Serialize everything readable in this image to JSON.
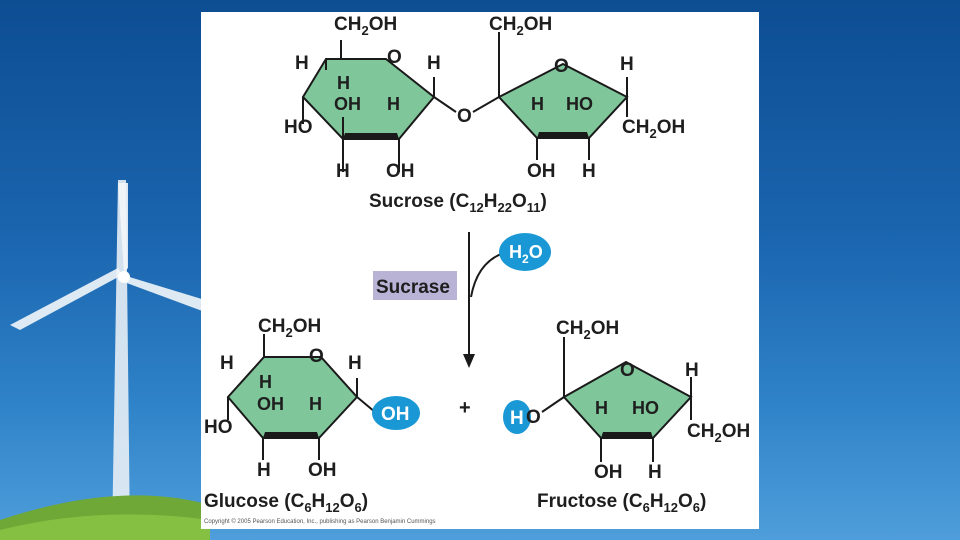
{
  "colors": {
    "ring_fill": "#7fc79b",
    "ring_edge": "#1a1a1a",
    "highlight_blue": "#1a98d5",
    "enzyme_box": "#b9b3d6",
    "background_blue": "#1b66b0"
  },
  "sucrose": {
    "glucose_ring": {
      "ch2oh": "CH2OH",
      "o": "O",
      "h_left": "H",
      "h_right": "H",
      "h_inner": "H",
      "oh_inner": "OH",
      "h_inner2": "H",
      "ho": "HO",
      "h_bottom": "H",
      "oh_bottom": "OH"
    },
    "bridge_o": "O",
    "fructose_ring": {
      "ch2oh_top": "CH2OH",
      "o": "O",
      "h_top": "H",
      "h_inner": "H",
      "ho_inner": "HO",
      "ch2oh_right": "CH2OH",
      "oh_bottom": "OH",
      "h_bottom": "H"
    },
    "caption_name": "Sucrose",
    "caption_formula": "(C12H22O11)"
  },
  "reaction": {
    "water": "H2O",
    "enzyme": "Sucrase",
    "plus": "+"
  },
  "glucose": {
    "ch2oh": "CH2OH",
    "o": "O",
    "h_left": "H",
    "h_right": "H",
    "h_inner": "H",
    "oh_inner": "OH",
    "h_inner2": "H",
    "oh_highlight": "OH",
    "ho": "HO",
    "h_bottom": "H",
    "oh_bottom": "OH",
    "caption_name": "Glucose",
    "caption_formula": "(C6H12O6)"
  },
  "fructose": {
    "h_highlight": "H",
    "o_left": "O",
    "ch2oh_top": "CH2OH",
    "o": "O",
    "h_top": "H",
    "h_inner": "H",
    "ho_inner": "HO",
    "ch2oh_right": "CH2OH",
    "oh_bottom": "OH",
    "h_bottom": "H",
    "caption_name": "Fructose",
    "caption_formula": "(C6H12O6)"
  },
  "copyright": "Copyright © 2005 Pearson Education, Inc., publishing as Pearson Benjamin Cummings"
}
